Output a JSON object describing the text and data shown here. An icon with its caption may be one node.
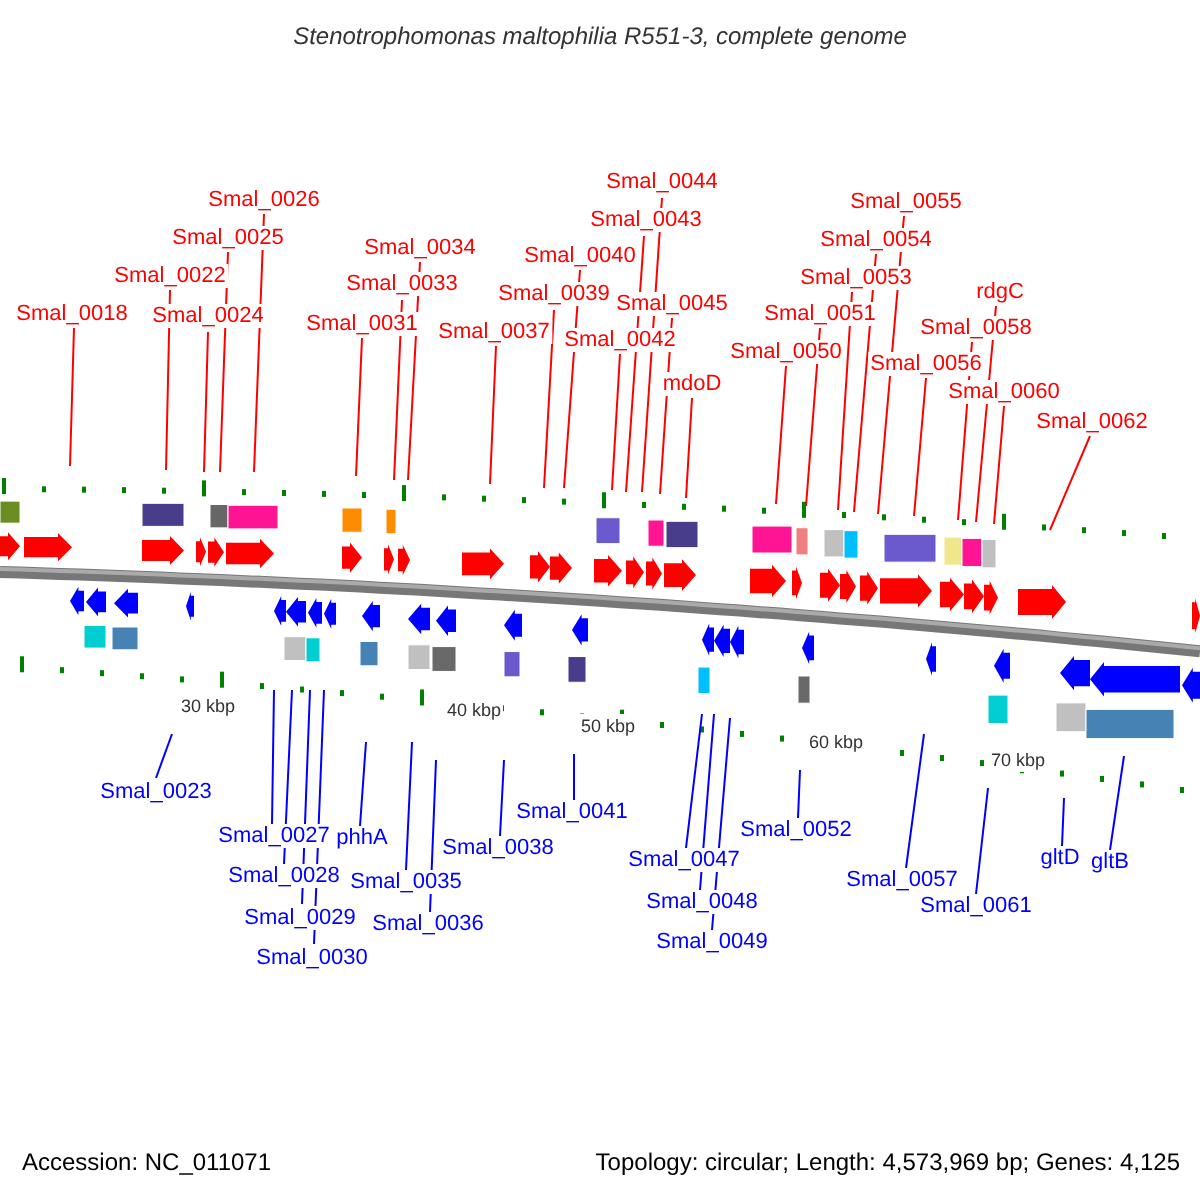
{
  "diagram": {
    "title": "Stenotrophomonas maltophilia R551-3, complete genome",
    "nodes": [
      {
        "text": [
          "Smal_0018"
        ]
      },
      {
        "text": [
          "Smal_0022"
        ]
      },
      {
        "text": [
          "Smal_0024"
        ]
      },
      {
        "text": [
          "Smal_0025"
        ]
      },
      {
        "text": [
          "Smal_0026"
        ]
      },
      {
        "text": [
          "Smal_0031"
        ]
      },
      {
        "text": [
          "Smal_0033"
        ]
      },
      {
        "text": [
          "Smal_0034"
        ]
      },
      {
        "text": [
          "Smal_0037"
        ]
      },
      {
        "text": [
          "Smal_0039"
        ]
      },
      {
        "text": [
          "Smal_0040"
        ]
      },
      {
        "text": [
          "Smal_0042"
        ]
      },
      {
        "text": [
          "Smal_0043"
        ]
      },
      {
        "text": [
          "Smal_0044"
        ]
      },
      {
        "text": [
          "Smal_0045"
        ]
      },
      {
        "text": [
          "mdoD"
        ]
      },
      {
        "text": [
          "Smal_0050"
        ]
      },
      {
        "text": [
          "Smal_0051"
        ]
      },
      {
        "text": [
          "Smal_0053"
        ]
      },
      {
        "text": [
          "Smal_0054"
        ]
      },
      {
        "text": [
          "Smal_0055"
        ]
      },
      {
        "text": [
          "Smal_0056"
        ]
      },
      {
        "text": [
          "Smal_0058"
        ]
      },
      {
        "text": [
          "rdgC"
        ]
      },
      {
        "text": [
          "Smal_0060"
        ]
      },
      {
        "text": [
          "Smal_0062"
        ]
      },
      {
        "text": [
          "Smal_0023"
        ]
      },
      {
        "text": [
          "Smal_0027"
        ]
      },
      {
        "text": [
          "Smal_0028"
        ]
      },
      {
        "text": [
          "Smal_0029"
        ]
      },
      {
        "text": [
          "Smal_0030"
        ]
      },
      {
        "text": [
          "phhA"
        ]
      },
      {
        "text": [
          "Smal_0035"
        ]
      },
      {
        "text": [
          "Smal_0036"
        ]
      },
      {
        "text": [
          "Smal_0038"
        ]
      },
      {
        "text": [
          "Smal_0041"
        ]
      },
      {
        "text": [
          "Smal_0047"
        ]
      },
      {
        "text": [
          "Smal_0048"
        ]
      },
      {
        "text": [
          "Smal_0049"
        ]
      },
      {
        "text": [
          "Smal_0052"
        ]
      },
      {
        "text": [
          "Smal_0057"
        ]
      },
      {
        "text": [
          "Smal_0061"
        ]
      },
      {
        "text": [
          "gltD"
        ]
      },
      {
        "text": [
          "gltB"
        ]
      }
    ],
    "edges": [
      {
        "from": 0,
        "to": null,
        "arrow": "none"
      },
      {
        "from": 1,
        "to": null,
        "arrow": "none"
      },
      {
        "from": 2,
        "to": null,
        "arrow": "none"
      },
      {
        "from": 3,
        "to": null,
        "arrow": "none"
      },
      {
        "from": 4,
        "to": null,
        "arrow": "none"
      },
      {
        "from": 5,
        "to": null,
        "arrow": "none"
      },
      {
        "from": 6,
        "to": null,
        "arrow": "none"
      },
      {
        "from": 7,
        "to": null,
        "arrow": "none"
      },
      {
        "from": 8,
        "to": null,
        "arrow": "none"
      },
      {
        "from": 9,
        "to": null,
        "arrow": "none"
      },
      {
        "from": 10,
        "to": null,
        "arrow": "none"
      },
      {
        "from": 11,
        "to": null,
        "arrow": "none"
      },
      {
        "from": 12,
        "to": null,
        "arrow": "none"
      },
      {
        "from": 13,
        "to": null,
        "arrow": "none"
      },
      {
        "from": 14,
        "to": null,
        "arrow": "none"
      },
      {
        "from": 15,
        "to": null,
        "arrow": "none"
      },
      {
        "from": 16,
        "to": null,
        "arrow": "none"
      },
      {
        "from": 17,
        "to": null,
        "arrow": "none"
      },
      {
        "from": 18,
        "to": null,
        "arrow": "none"
      },
      {
        "from": 19,
        "to": null,
        "arrow": "none"
      },
      {
        "from": 20,
        "to": null,
        "arrow": "none"
      },
      {
        "from": 21,
        "to": null,
        "arrow": "none"
      },
      {
        "from": 22,
        "to": null,
        "arrow": "none"
      },
      {
        "from": 23,
        "to": null,
        "arrow": "none"
      },
      {
        "from": 24,
        "to": null,
        "arrow": "none"
      },
      {
        "from": 25,
        "to": null,
        "arrow": "none"
      },
      {
        "from": 26,
        "to": null,
        "arrow": "none",
        "color": "#0000ff"
      },
      {
        "from": 27,
        "to": null,
        "arrow": "none",
        "color": "#0000ff"
      },
      {
        "from": 28,
        "to": null,
        "arrow": "none",
        "color": "#0000ff"
      },
      {
        "from": 29,
        "to": null,
        "arrow": "none",
        "color": "#0000ff"
      },
      {
        "from": 30,
        "to": null,
        "arrow": "none",
        "color": "#0000ff"
      },
      {
        "from": 31,
        "to": null,
        "arrow": "none",
        "color": "#0000ff"
      },
      {
        "from": 32,
        "to": null,
        "arrow": "none",
        "color": "#0000ff"
      },
      {
        "from": 33,
        "to": null,
        "arrow": "none",
        "color": "#0000ff"
      },
      {
        "from": 34,
        "to": null,
        "arrow": "none",
        "color": "#0000ff"
      },
      {
        "from": 35,
        "to": null,
        "arrow": "none",
        "color": "#0000ff"
      },
      {
        "from": 36,
        "to": null,
        "arrow": "none",
        "color": "#0000ff"
      },
      {
        "from": 37,
        "to": null,
        "arrow": "none",
        "color": "#0000ff"
      },
      {
        "from": 38,
        "to": null,
        "arrow": "none",
        "color": "#0000ff"
      },
      {
        "from": 39,
        "to": null,
        "arrow": "none",
        "color": "#0000ff"
      },
      {
        "from": 40,
        "to": null,
        "arrow": "none",
        "color": "#0000ff"
      },
      {
        "from": 41,
        "to": null,
        "arrow": "none",
        "color": "#0000ff"
      },
      {
        "from": 42,
        "to": null,
        "arrow": "none",
        "color": "#0000ff"
      },
      {
        "from": 43,
        "to": null,
        "arrow": "none",
        "color": "#0000ff"
      }
    ],
    "labels": [
      "30 kbp",
      "40 kbp",
      "50 kbp",
      "60 kbp",
      "70 kbp",
      "Accession: NC_011071",
      "Topology: circular; Length: 4,573,969 bp; Genes: 4,125"
    ]
  }
}
